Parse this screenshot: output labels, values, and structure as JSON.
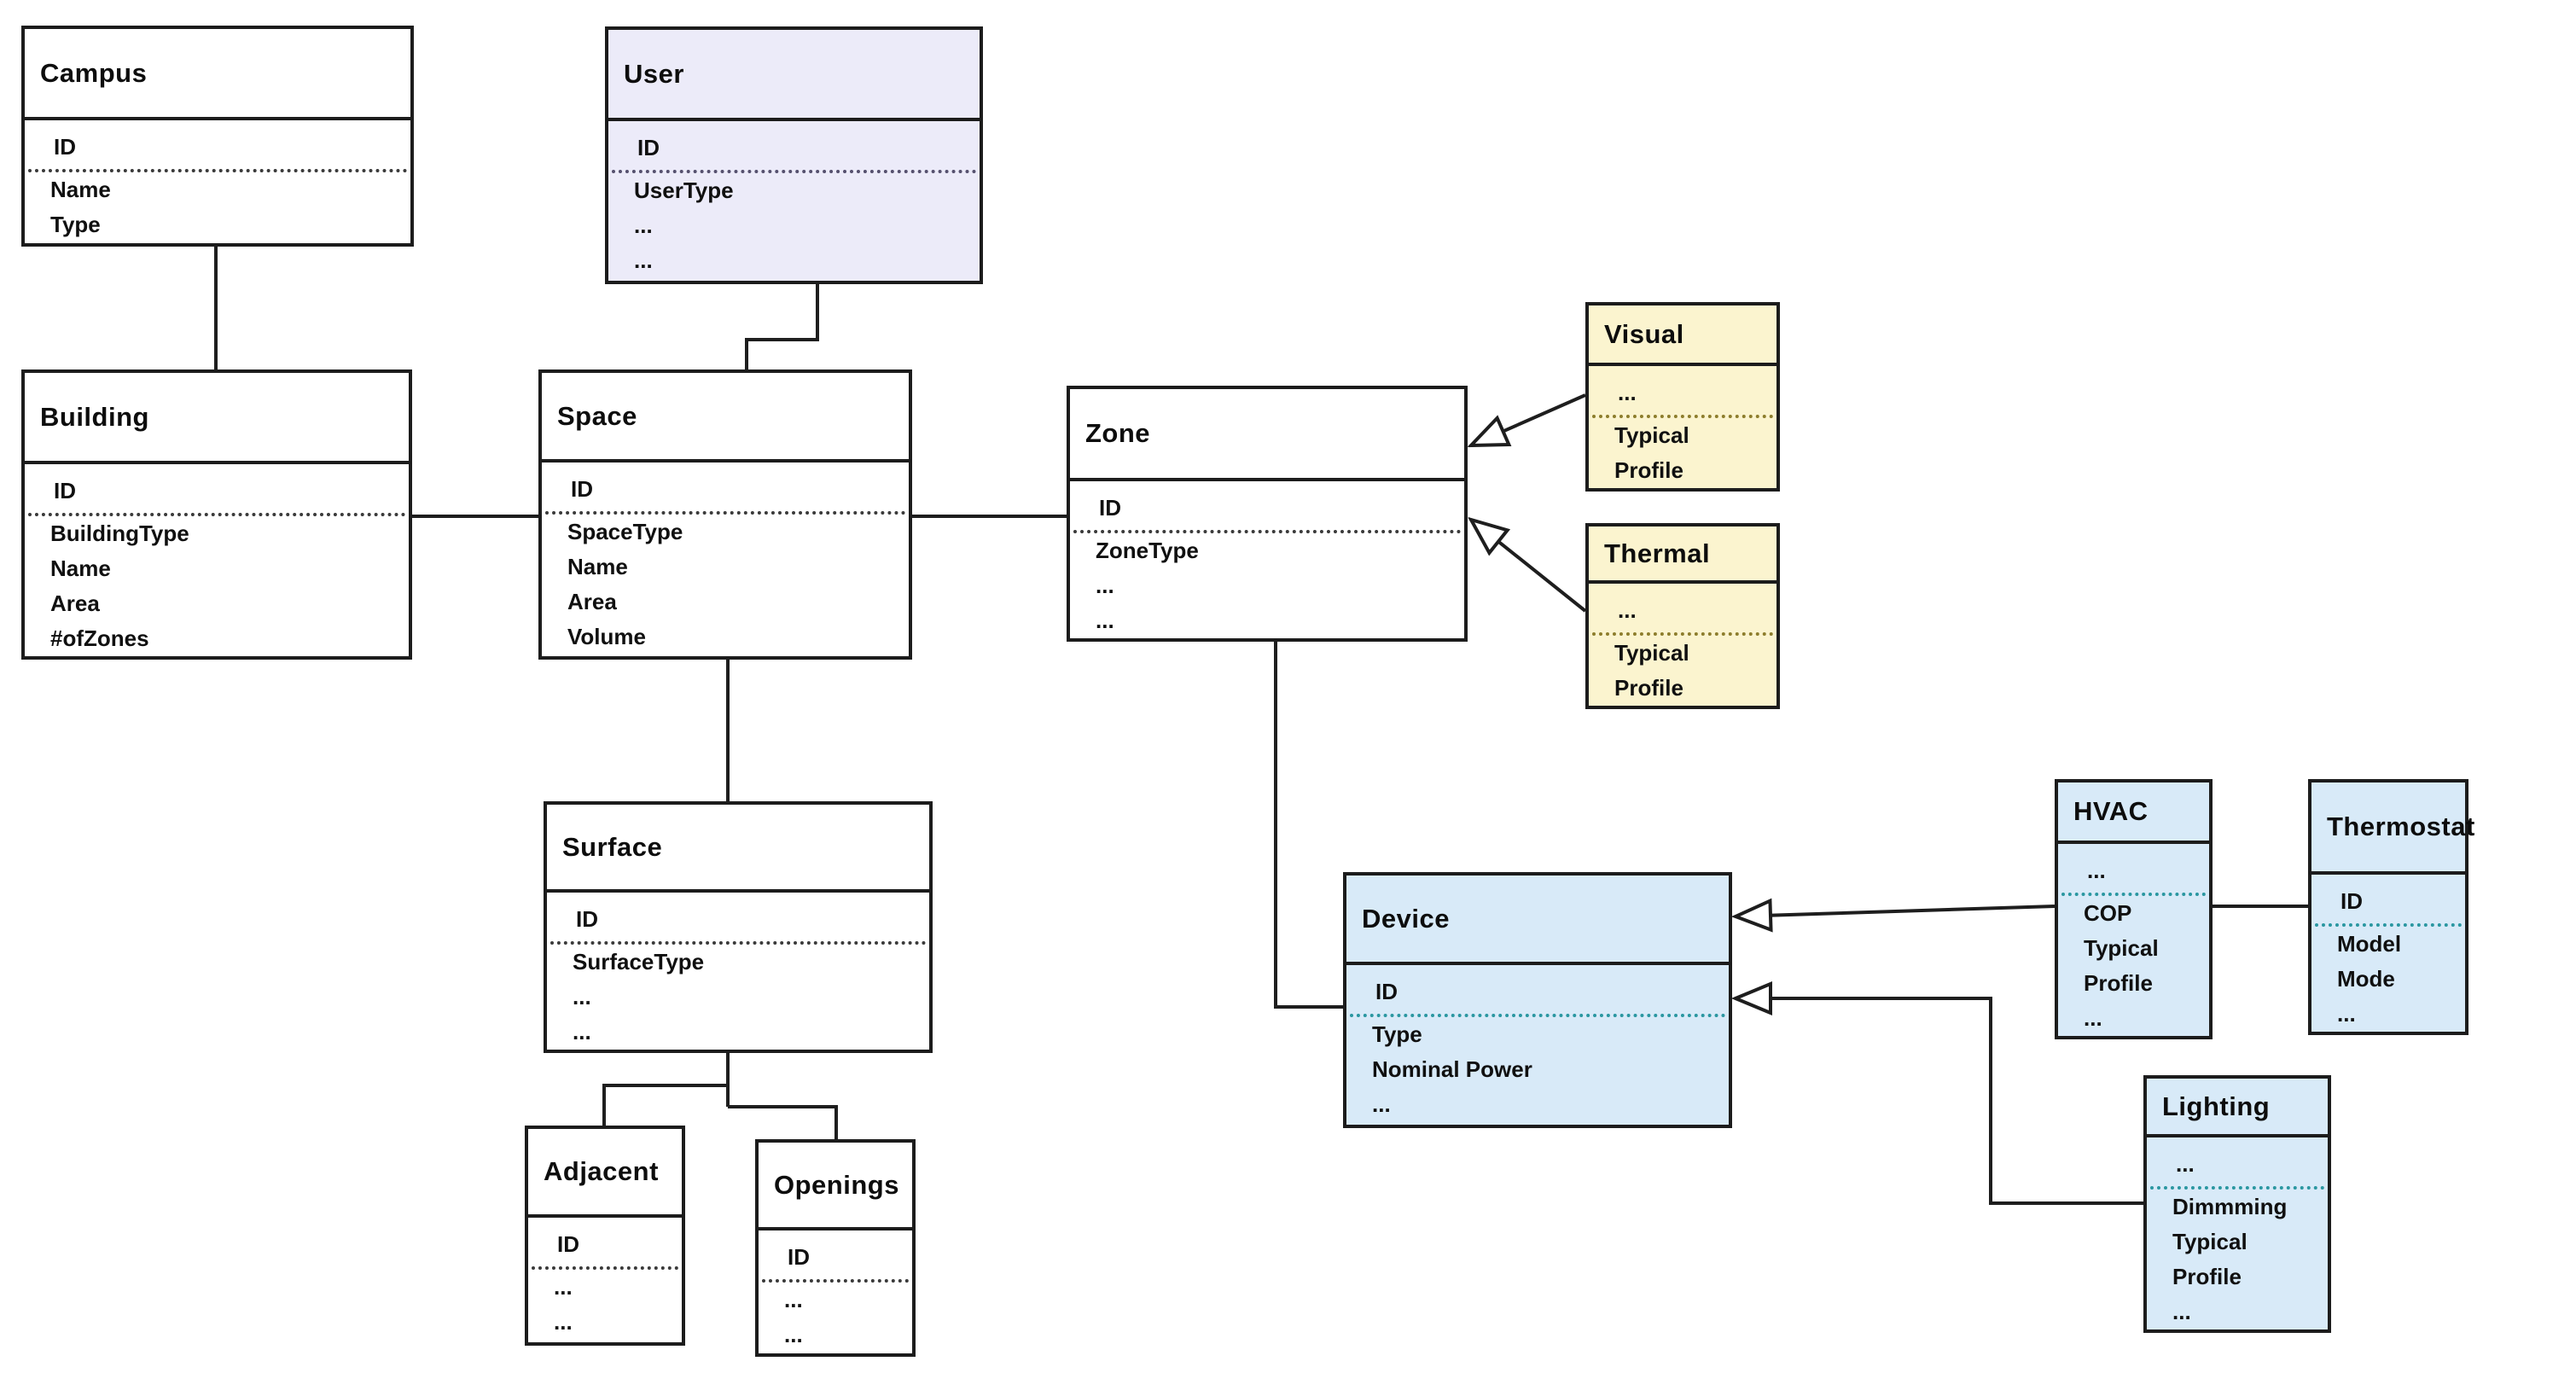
{
  "diagram": {
    "kind": "uml-class-diagram",
    "colors": {
      "background": "#ffffff",
      "border": "#1c1c1c",
      "line": "#1e1e1e",
      "white_fill": "#ffffff",
      "lavender_fill": "#ECEBF9",
      "yellow_fill": "#FBF4CF",
      "blue_fill": "#D8EAF8",
      "teal_separator": "#2a97a1",
      "olive_separator": "#8d7d2c"
    }
  },
  "entities": {
    "campus": {
      "title": "Campus",
      "key_attr": "ID",
      "attrs": [
        "Name",
        "Type"
      ]
    },
    "user": {
      "title": "User",
      "key_attr": "ID",
      "attrs": [
        "UserType",
        "...",
        "..."
      ]
    },
    "building": {
      "title": "Building",
      "key_attr": "ID",
      "attrs": [
        "BuildingType",
        "Name",
        "Area",
        "#ofZones"
      ]
    },
    "space": {
      "title": "Space",
      "key_attr": "ID",
      "attrs": [
        "SpaceType",
        "Name",
        "Area",
        "Volume"
      ]
    },
    "zone": {
      "title": "Zone",
      "key_attr": "ID",
      "attrs": [
        "ZoneType",
        "...",
        "..."
      ]
    },
    "visual": {
      "title": "Visual",
      "key_attr": "...",
      "attrs": [
        "Typical Profile"
      ]
    },
    "thermal": {
      "title": "Thermal",
      "key_attr": "...",
      "attrs": [
        "Typical Profile"
      ]
    },
    "surface": {
      "title": "Surface",
      "key_attr": "ID",
      "attrs": [
        "SurfaceType",
        "...",
        "..."
      ]
    },
    "device": {
      "title": "Device",
      "key_attr": "ID",
      "attrs": [
        "Type",
        "Nominal Power",
        "..."
      ]
    },
    "hvac": {
      "title": "HVAC",
      "key_attr": "...",
      "attrs": [
        "COP",
        "Typical Profile",
        "..."
      ]
    },
    "thermostat": {
      "title": "Thermostat",
      "key_attr": "ID",
      "attrs": [
        "Model",
        "Mode",
        "..."
      ]
    },
    "lighting": {
      "title": "Lighting",
      "key_attr": "...",
      "attrs": [
        "Dimmming",
        "Typical Profile",
        "..."
      ]
    },
    "adjacent": {
      "title": "Adjacent",
      "key_attr": "ID",
      "attrs": [
        "...",
        "..."
      ]
    },
    "openings": {
      "title": "Openings",
      "key_attr": "ID",
      "attrs": [
        "...",
        "..."
      ]
    }
  },
  "relationships": [
    {
      "from": "Campus",
      "to": "Building",
      "type": "association"
    },
    {
      "from": "User",
      "to": "Space",
      "type": "association"
    },
    {
      "from": "Building",
      "to": "Space",
      "type": "association"
    },
    {
      "from": "Space",
      "to": "Zone",
      "type": "association"
    },
    {
      "from": "Space",
      "to": "Surface",
      "type": "association"
    },
    {
      "from": "Surface",
      "to": "Adjacent",
      "type": "association"
    },
    {
      "from": "Surface",
      "to": "Openings",
      "type": "association"
    },
    {
      "from": "Zone",
      "to": "Device",
      "type": "association"
    },
    {
      "from": "Visual",
      "to": "Zone",
      "type": "generalization"
    },
    {
      "from": "Thermal",
      "to": "Zone",
      "type": "generalization"
    },
    {
      "from": "HVAC",
      "to": "Device",
      "type": "generalization"
    },
    {
      "from": "Lighting",
      "to": "Device",
      "type": "generalization"
    },
    {
      "from": "HVAC",
      "to": "Thermostat",
      "type": "association"
    }
  ]
}
